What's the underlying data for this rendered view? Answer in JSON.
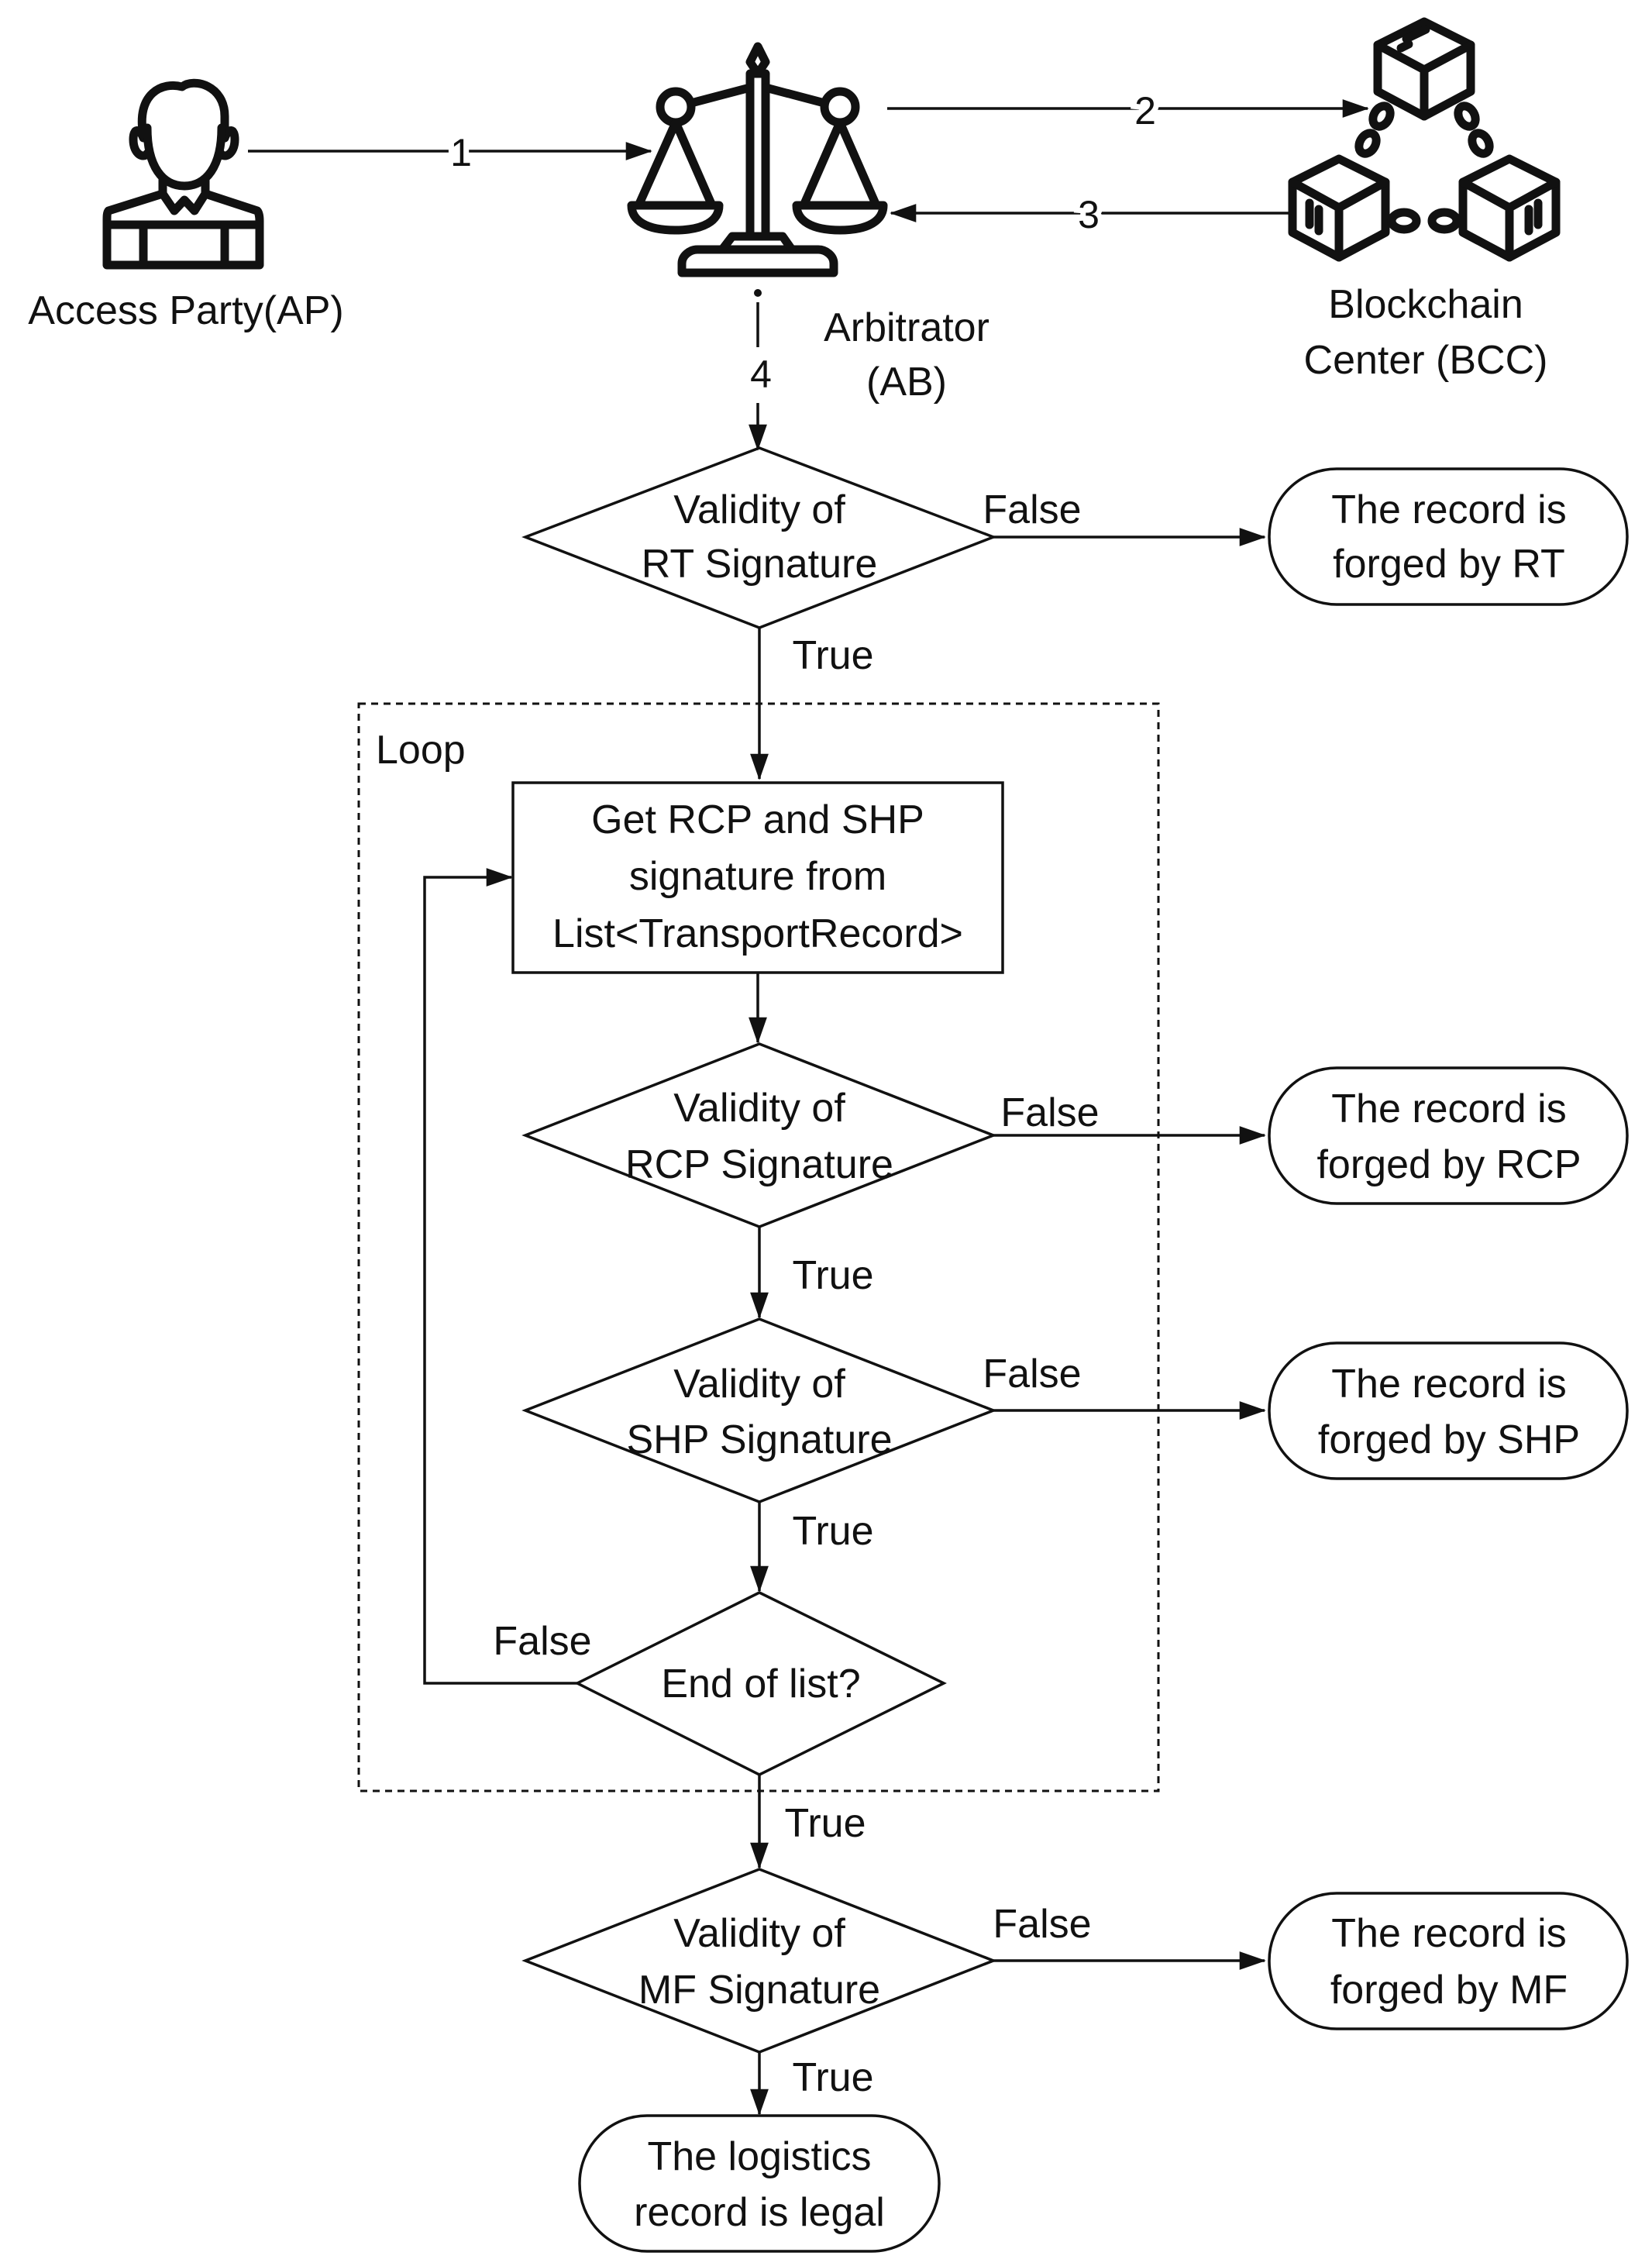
{
  "actors": {
    "access_party": "Access Party(AP)",
    "arbitrator_line1": "Arbitrator",
    "arbitrator_line2": "(AB)",
    "blockchain_line1": "Blockchain",
    "blockchain_line2": "Center (BCC)"
  },
  "steps": {
    "s1": "1",
    "s2": "2",
    "s3": "3",
    "s4": "4"
  },
  "decisions": {
    "rt_line1": "Validity of",
    "rt_line2": "RT Signature",
    "rcp_line1": "Validity of",
    "rcp_line2": "RCP Signature",
    "shp_line1": "Validity of",
    "shp_line2": "SHP Signature",
    "end_of_list": "End of list?",
    "mf_line1": "Validity of",
    "mf_line2": "MF Signature"
  },
  "process": {
    "line1": "Get RCP and SHP",
    "line2": "signature from",
    "line3": "List<TransportRecord>"
  },
  "loop_label": "Loop",
  "branch_labels": {
    "true": "True",
    "false": "False"
  },
  "outcomes": {
    "rt_line1": "The record is",
    "rt_line2": "forged by RT",
    "rcp_line1": "The record is",
    "rcp_line2": "forged by RCP",
    "shp_line1": "The record is",
    "shp_line2": "forged by SHP",
    "mf_line1": "The record is",
    "mf_line2": "forged by MF",
    "legal_line1": "The logistics",
    "legal_line2": "record is legal"
  },
  "colors": {
    "forged_fill": "#fde9d9",
    "legal_fill": "#e2efd9",
    "stroke": "#111111"
  }
}
